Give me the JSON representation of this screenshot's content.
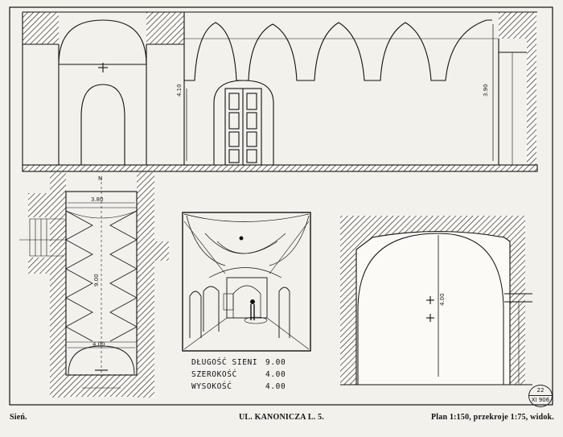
{
  "captions": {
    "left": "Sień.",
    "center": "UL. KANONICZA L. 5.",
    "right": "Plan 1:150, przekroje 1:75, widok."
  },
  "dimensions_table": [
    {
      "label": "DŁUGOŚĆ SIENI",
      "value": "9.00"
    },
    {
      "label": "SZEROKOŚĆ",
      "value": "4.00"
    },
    {
      "label": "WYSOKOŚĆ",
      "value": "4.00"
    }
  ],
  "drawing_marks": {
    "elev_height_left": "4.10",
    "elev_height_right": "3.90",
    "plan_width_top": "3.80",
    "plan_length": "9.00",
    "plan_width_bottom": "4.00",
    "section_height": "4.00",
    "north_mark": "N"
  },
  "stamp": {
    "top": "22",
    "bottom": "XI 906"
  }
}
